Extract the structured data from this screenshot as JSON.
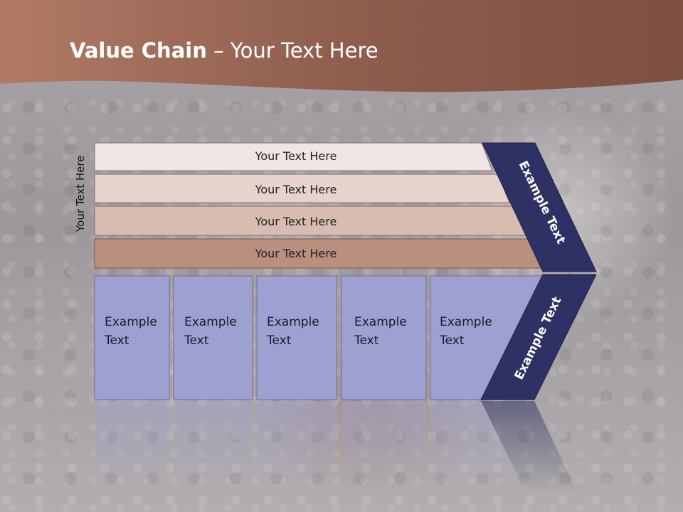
{
  "title": {
    "bold": "Value Chain",
    "rest": " – Your Text Here"
  },
  "side_label": "Your Text Here",
  "support_rows": [
    "Your Text Here",
    "Your Text Here",
    "Your Text Here",
    "Your Text Here"
  ],
  "primary_columns": [
    "Example\nText",
    "Example\nText",
    "Example\nText",
    "Example\nText",
    "Example\nText"
  ],
  "margin_labels": {
    "top": "Example Text",
    "bottom": "Example Text"
  },
  "colors": {
    "header": "#8a5a4a",
    "row_fills": [
      "#efe6e3",
      "#e5d3cc",
      "#d8bcb1",
      "#b98f7e"
    ],
    "column_fill": "#9fa0d2",
    "margin_fill": "#2e3164"
  }
}
